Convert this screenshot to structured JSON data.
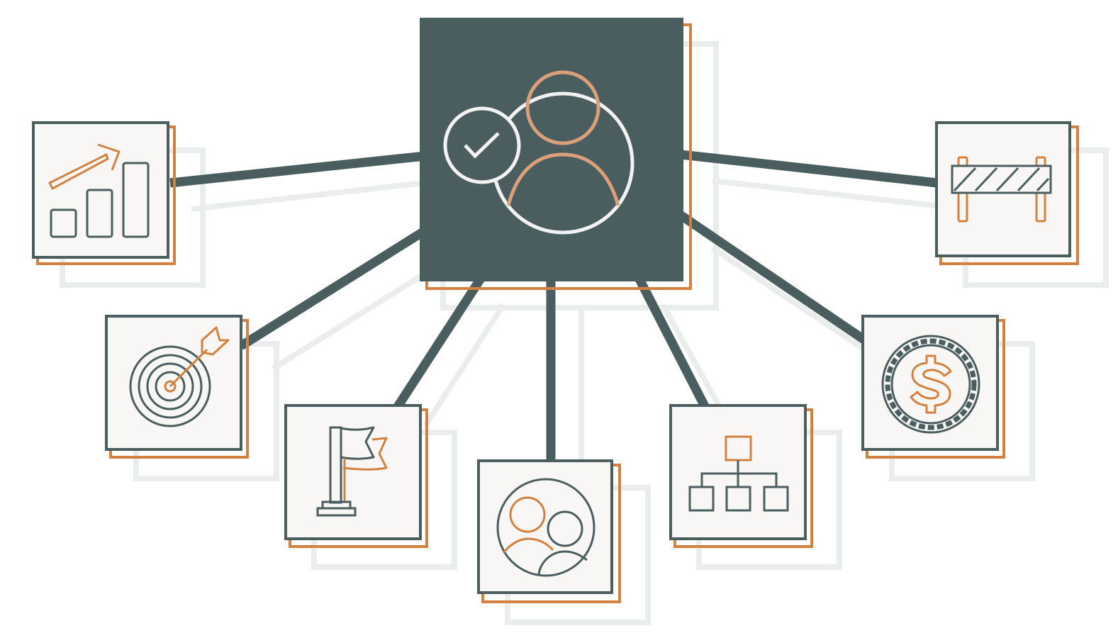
{
  "diagram": {
    "colors": {
      "slate": "#4a5e60",
      "orange": "#d4813f",
      "hub_orange": "#dba07a",
      "card_bg": "#f8f7f5",
      "shadow": "#e9eeed",
      "icon_light": "#f2f2f2"
    },
    "hub": {
      "icon": "user-approved-icon"
    },
    "nodes": [
      {
        "name": "growth-chart-card",
        "icon": "growth-chart-icon"
      },
      {
        "name": "target-card",
        "icon": "target-dart-icon"
      },
      {
        "name": "goal-flag-card",
        "icon": "goal-flag-icon"
      },
      {
        "name": "team-card",
        "icon": "team-users-icon"
      },
      {
        "name": "org-chart-card",
        "icon": "org-chart-icon"
      },
      {
        "name": "coin-card",
        "icon": "dollar-coin-icon"
      },
      {
        "name": "barrier-card",
        "icon": "roadblock-barrier-icon"
      }
    ]
  }
}
